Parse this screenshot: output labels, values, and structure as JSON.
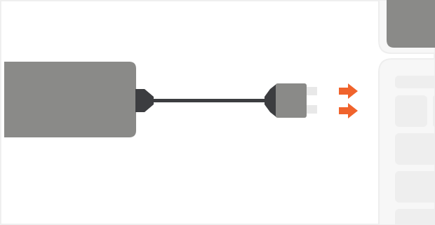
{
  "diagram": {
    "description_hidden": "",
    "colors": {
      "adapter_body": "#8a8a88",
      "cable": "#3c3d40",
      "plug_head": "#8a8a88",
      "prongs": "#e8e8e8",
      "arrow": "#f0632c",
      "tablet_frame": "#f7f7f7",
      "tablet_border": "#eeeeee",
      "tablet_top_block": "#8a8a88",
      "keypad_key": "#eeeeee"
    },
    "arrows": [
      {
        "direction": "right",
        "target": "tablet-port"
      },
      {
        "direction": "right",
        "target": "tablet-port"
      }
    ],
    "icons": [
      "power-adapter-icon",
      "cable-icon",
      "plug-icon",
      "prong-icon",
      "arrow-right-icon",
      "device-icon"
    ]
  }
}
